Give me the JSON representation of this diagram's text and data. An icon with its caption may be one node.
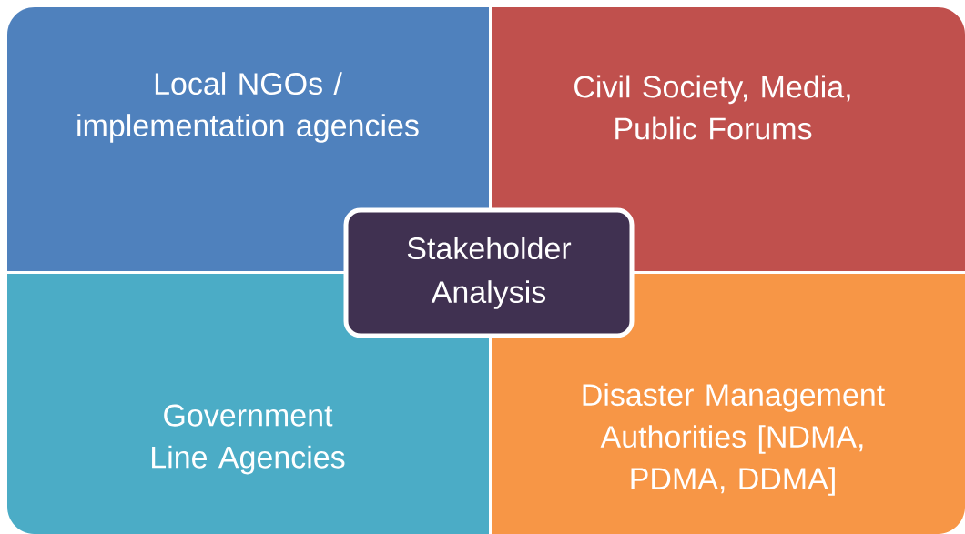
{
  "diagram": {
    "nodes": [
      {
        "text": [
          "Local NGOs / implementation agencies"
        ]
      },
      {
        "text": [
          "Civil Society, Media, Public Forums"
        ]
      },
      {
        "text": [
          "Government Line Agencies"
        ]
      },
      {
        "text": [
          "Disaster Management Authorities [NDMA, PDMA, DDMA]"
        ]
      },
      {
        "text": [
          "Stakeholder Analysis"
        ]
      }
    ]
  }
}
